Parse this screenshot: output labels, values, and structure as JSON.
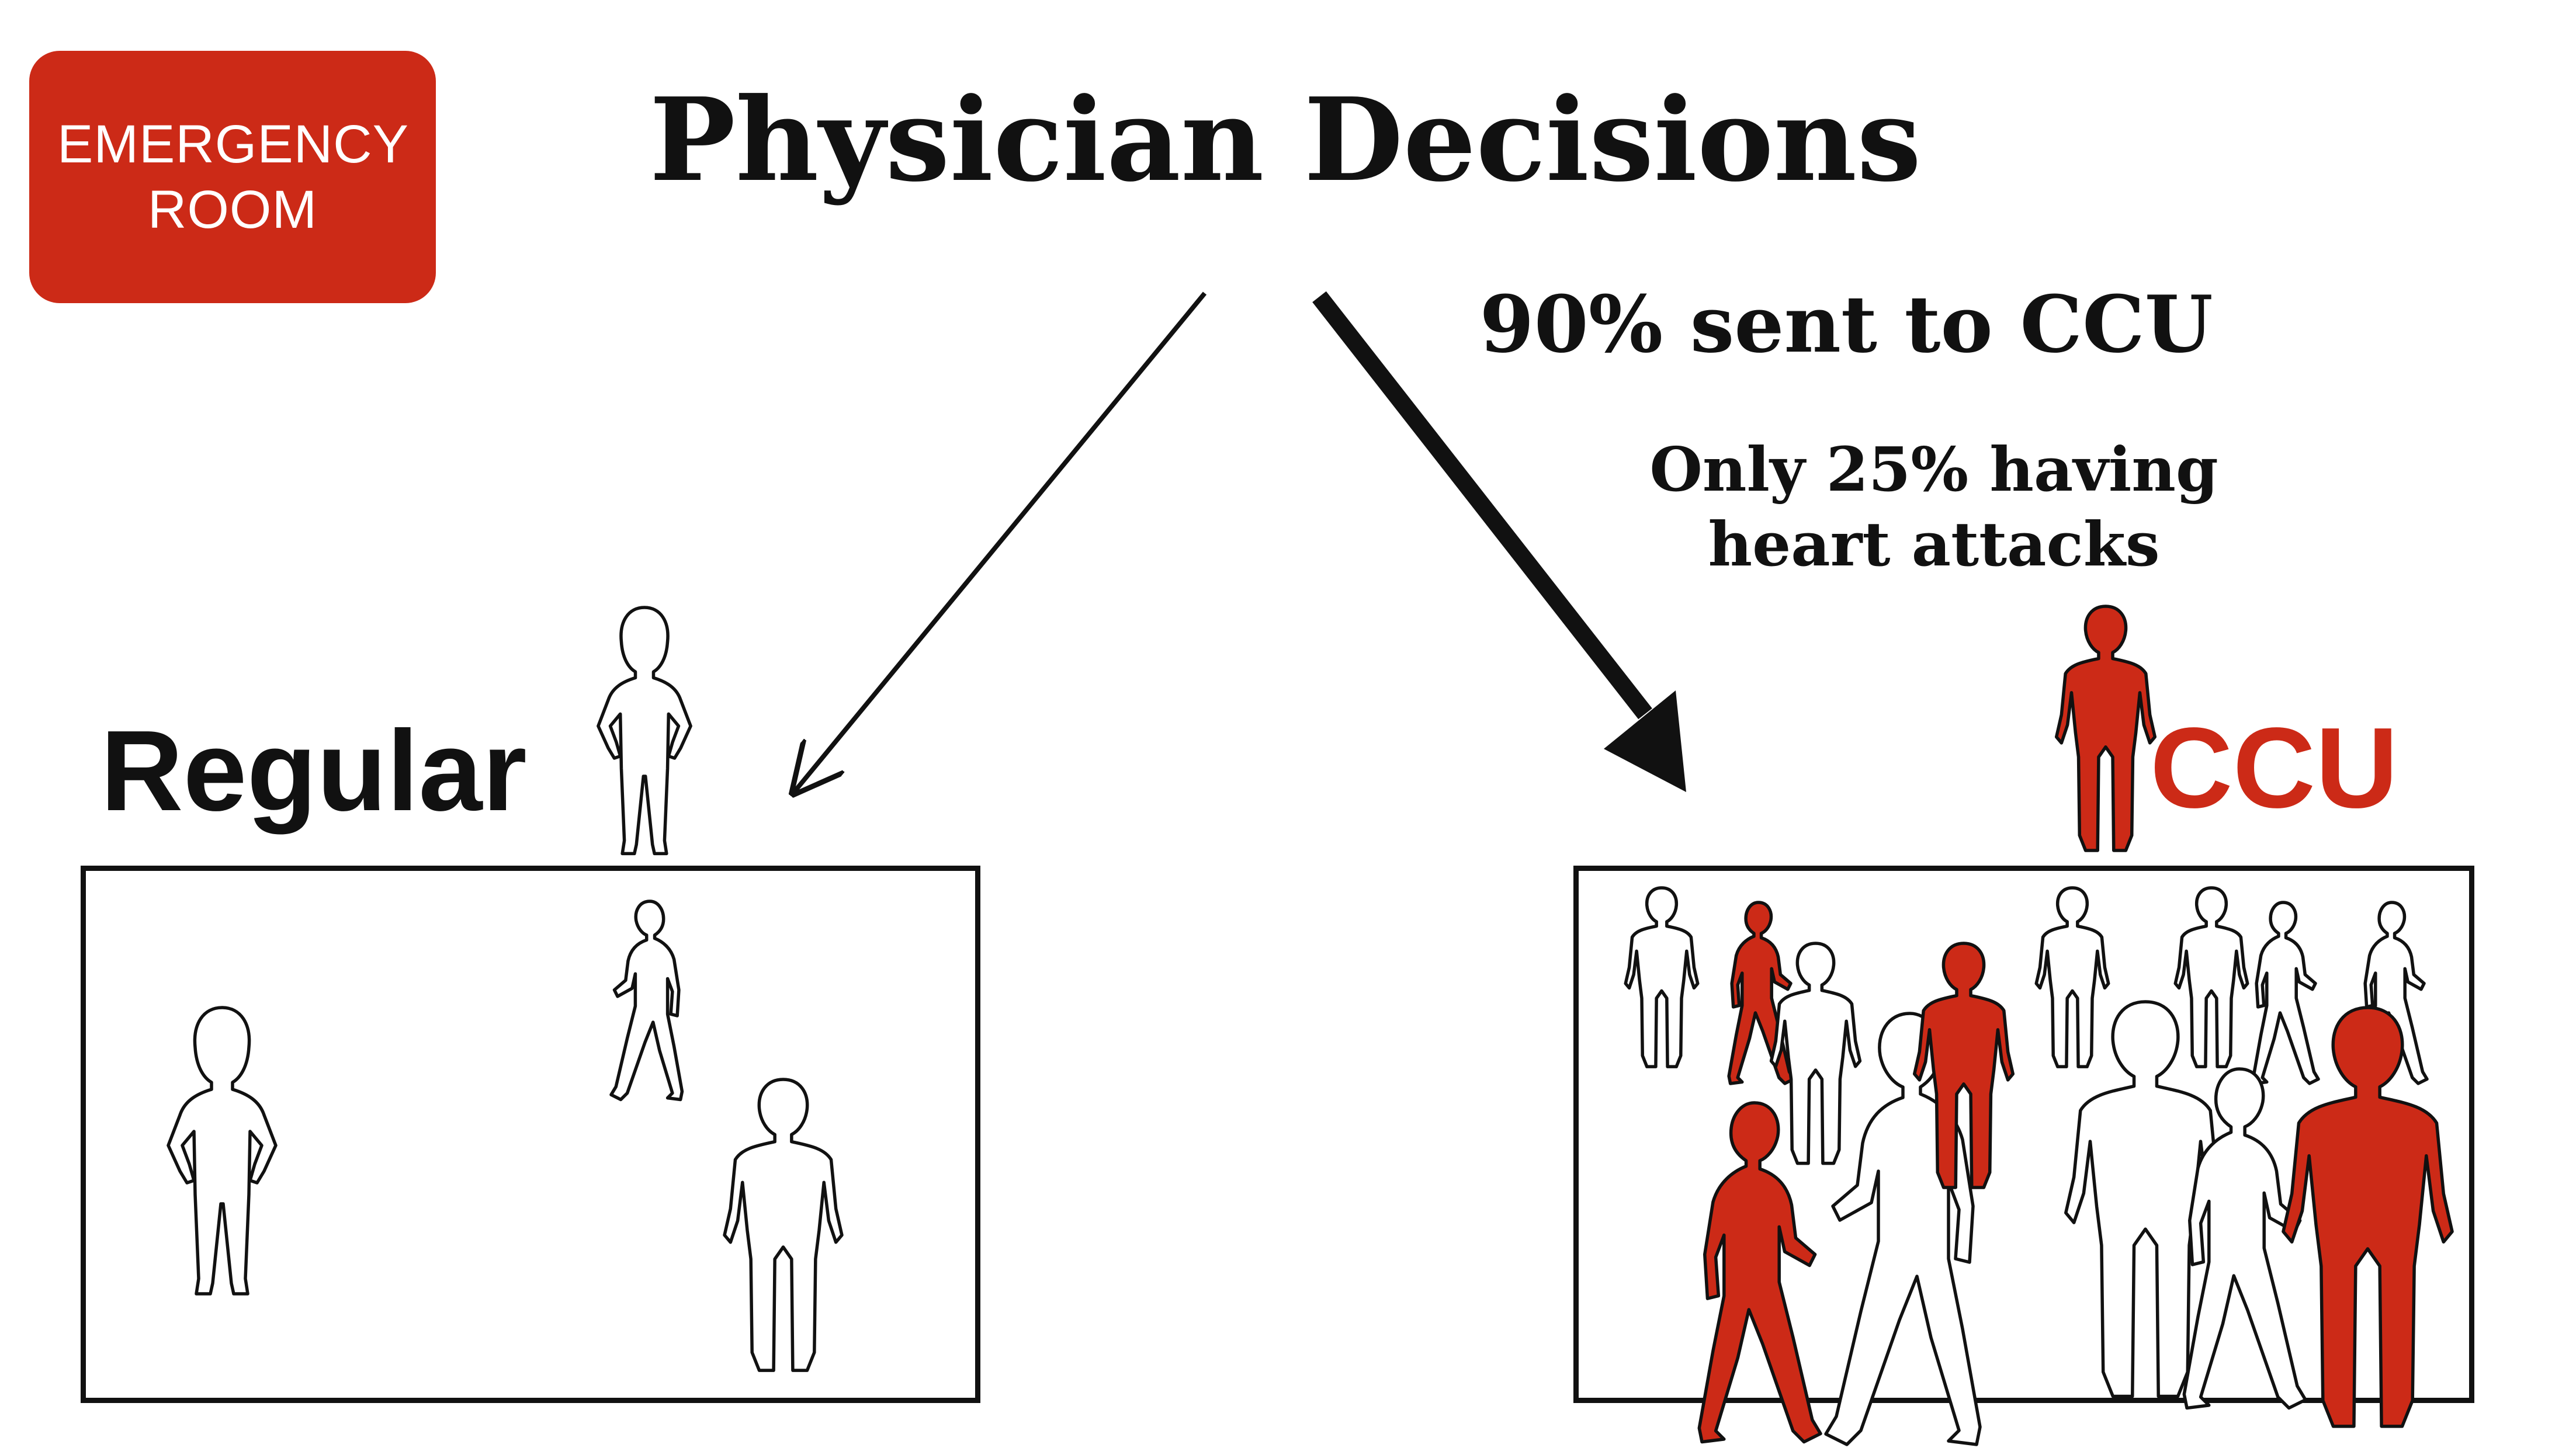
{
  "badge": {
    "text": "EMERGENCY ROOM",
    "color": "#cc2a17"
  },
  "title": "Physician Decisions",
  "ccu_route": {
    "headline": "90% sent to CCU",
    "subnote": "Only 25% having heart attacks"
  },
  "regular": {
    "label": "Regular"
  },
  "ccu": {
    "label": "CCU",
    "color": "#cc2a17"
  },
  "colors": {
    "ink": "#111111",
    "highlight": "#cc2a17",
    "background": "#ffffff"
  },
  "figures": {
    "regular_box": [
      {
        "icon": "person-standing-icon",
        "variant": "woman",
        "highlight": false
      },
      {
        "icon": "person-walking-icon",
        "variant": "walking",
        "highlight": false
      },
      {
        "icon": "person-standing-icon",
        "variant": "man",
        "highlight": false
      }
    ],
    "regular_marker": {
      "icon": "person-standing-icon",
      "variant": "woman",
      "highlight": false
    },
    "ccu_marker": {
      "icon": "person-standing-icon",
      "variant": "man",
      "highlight": true
    },
    "ccu_box": [
      {
        "icon": "person-standing-icon",
        "variant": "man",
        "highlight": false
      },
      {
        "icon": "person-walking-icon",
        "variant": "walking",
        "highlight": true
      },
      {
        "icon": "person-standing-icon",
        "variant": "man",
        "highlight": false
      },
      {
        "icon": "person-walking-icon",
        "variant": "walking",
        "highlight": false
      },
      {
        "icon": "person-standing-icon",
        "variant": "man",
        "highlight": true
      },
      {
        "icon": "person-standing-icon",
        "variant": "man",
        "highlight": false
      },
      {
        "icon": "person-standing-icon",
        "variant": "man",
        "highlight": false
      },
      {
        "icon": "person-walking-icon",
        "variant": "walking",
        "highlight": false
      },
      {
        "icon": "person-walking-icon",
        "variant": "walking",
        "highlight": false
      },
      {
        "icon": "person-walking-icon",
        "variant": "walking",
        "highlight": true
      },
      {
        "icon": "person-standing-icon",
        "variant": "man",
        "highlight": false
      },
      {
        "icon": "person-walking-icon",
        "variant": "walking",
        "highlight": false
      },
      {
        "icon": "person-standing-icon",
        "variant": "man",
        "highlight": true
      }
    ]
  }
}
